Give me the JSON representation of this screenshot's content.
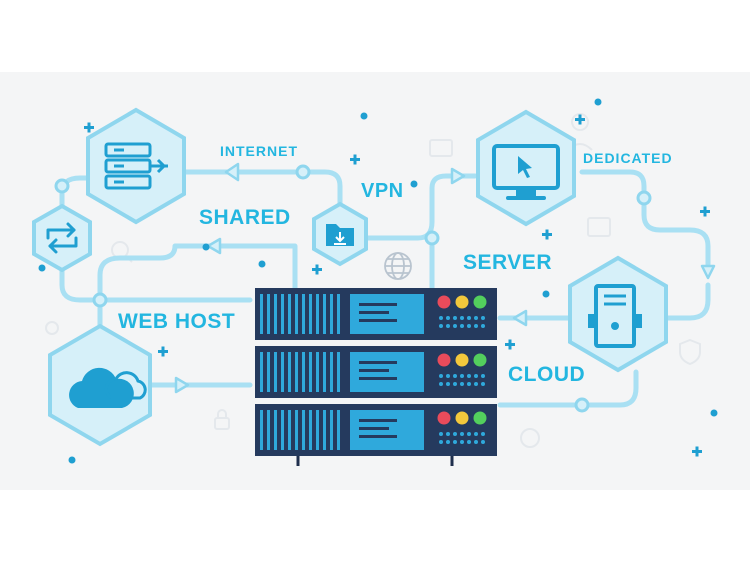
{
  "labels": {
    "internet": "INTERNET",
    "dedicated": "DEDICATED",
    "vpn": "VPN",
    "shared": "SHARED",
    "server": "SERVER",
    "web_host": "WEB HOST",
    "cloud": "CLOUD"
  },
  "colors": {
    "background_band": "#f4f5f6",
    "hex_fill": "#d6f0f9",
    "hex_stroke": "#8fd6ee",
    "line": "#a9e0f3",
    "accent": "#23b6e0",
    "navy": "#1f2f4d",
    "rack_body": "#253a5e",
    "rack_fin": "#2fa9dc",
    "led_red": "#e94b5b",
    "led_yellow": "#f3c83c",
    "led_green": "#53cf5d"
  },
  "icons": [
    "server-stack-icon",
    "monitor-cursor-icon",
    "folder-download-icon",
    "sync-arrows-icon",
    "cloud-icon",
    "tower-server-icon",
    "globe-icon"
  ]
}
